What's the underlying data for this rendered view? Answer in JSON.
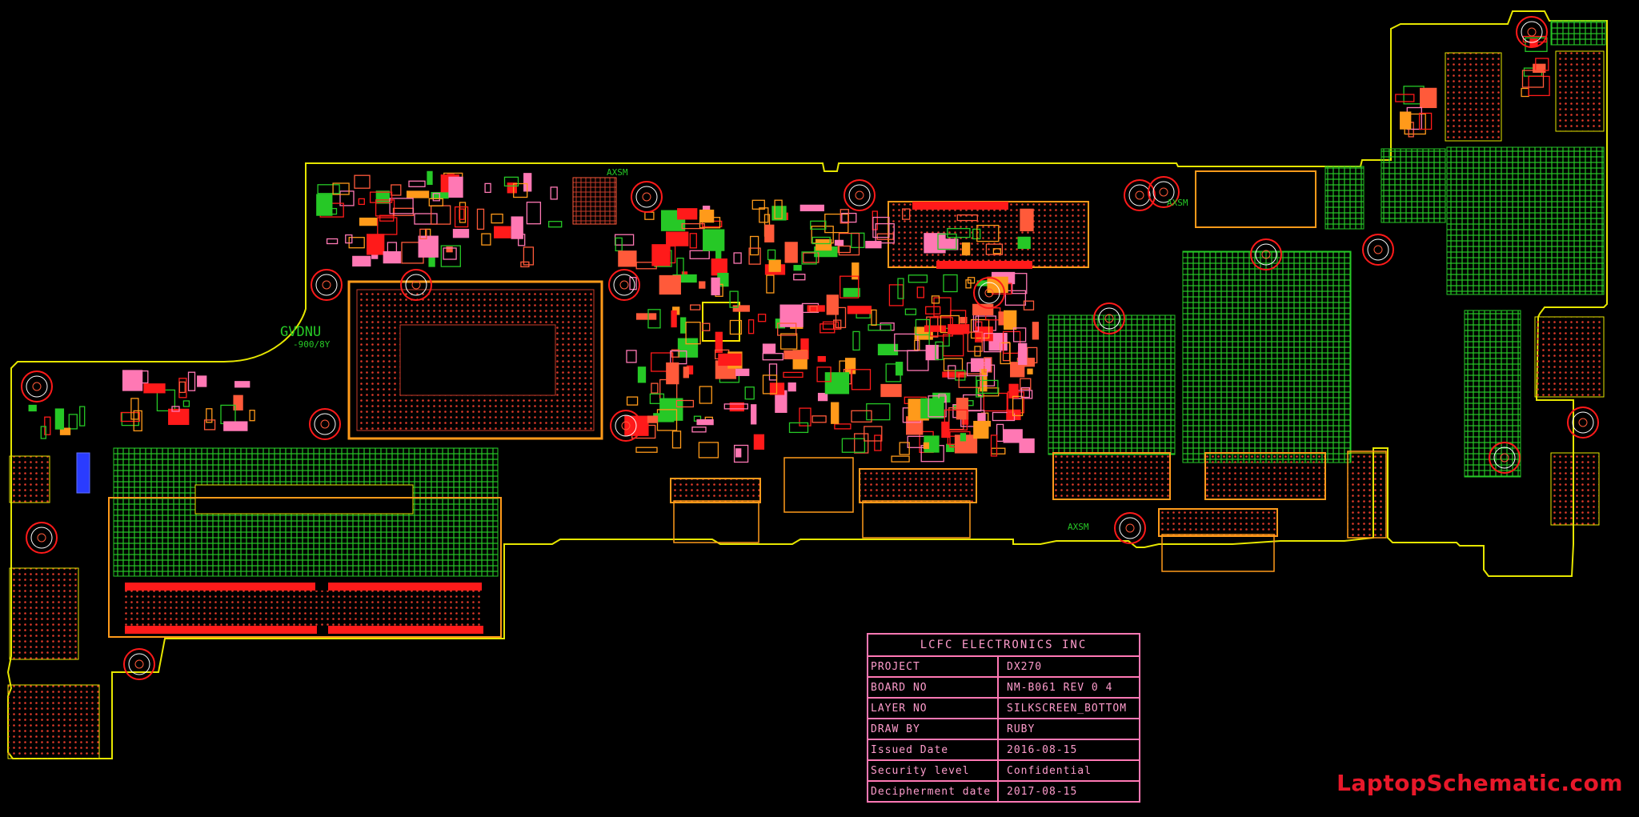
{
  "silkscreen": {
    "board_mark": "GVDNU",
    "board_sub": "-900/8Y",
    "fiducial_label": "AXSM"
  },
  "title_block": {
    "company": "LCFC ELECTRONICS  INC",
    "rows": [
      {
        "label": "PROJECT",
        "value": "DX270"
      },
      {
        "label": "BOARD NO",
        "value": "NM-B061 REV 0 4"
      },
      {
        "label": "LAYER NO",
        "value": "SILKSCREEN_BOTTOM"
      },
      {
        "label": "DRAW BY",
        "value": "RUBY"
      },
      {
        "label": "Issued Date",
        "value": "2016-08-15"
      },
      {
        "label": "Security level",
        "value": "Confidential"
      },
      {
        "label": "Decipherment date",
        "value": "2017-08-15"
      }
    ]
  },
  "watermark": "LaptopSchematic.com",
  "colors": {
    "background": "#000000",
    "outline": "#e6e600",
    "copper_grid": "#26c826",
    "pad": "#ff1a1a",
    "part_outline": "#ff9a1a",
    "silk": "#ffffff",
    "title_block": "#ff78b4",
    "highlight": "#ffe600",
    "connector_blue": "#2a3cff"
  }
}
